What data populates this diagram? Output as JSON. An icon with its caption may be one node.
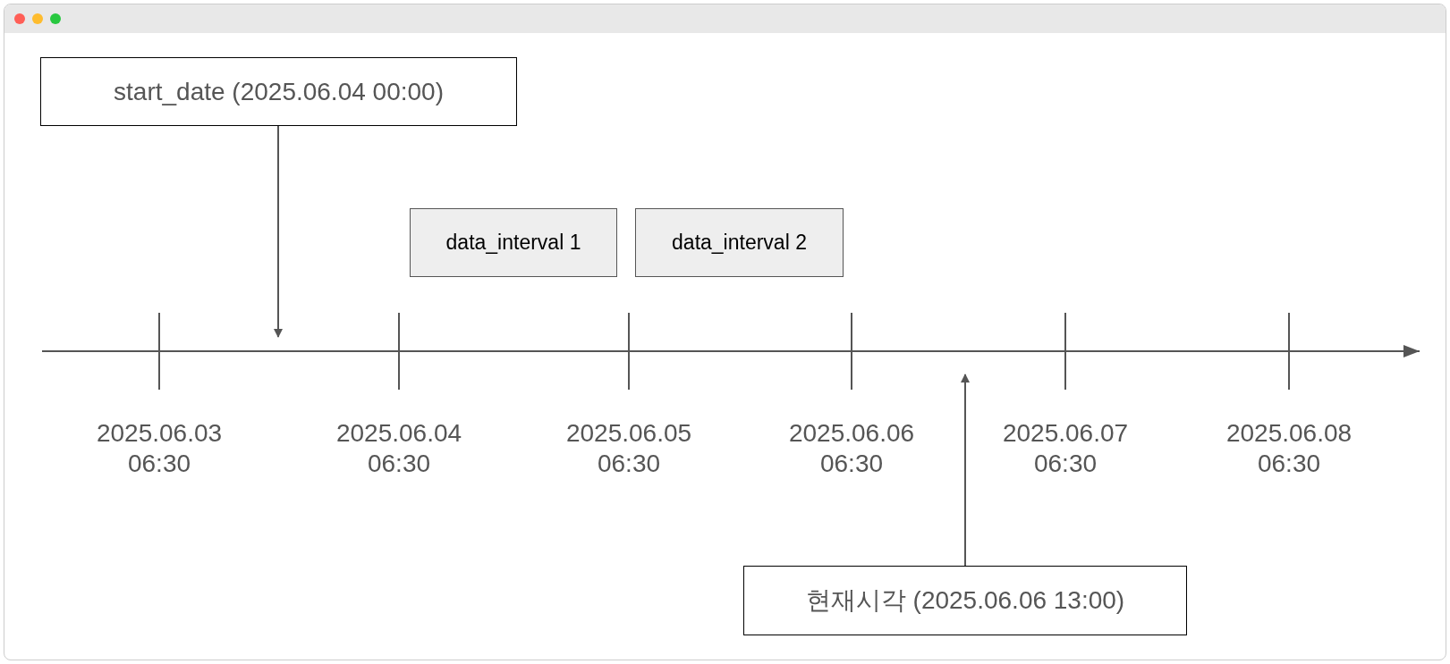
{
  "diagram": {
    "nodes": [
      {
        "text": [
          "start_date (2025.06.04 00:00)"
        ]
      },
      {
        "text": [
          "data_interval 1"
        ]
      },
      {
        "text": [
          "data_interval 2"
        ]
      },
      {
        "text": [
          "현재시각 (2025.06.06 13:00)"
        ]
      }
    ],
    "edges": [
      {
        "from": 0,
        "to": null,
        "arrow": "to"
      },
      {
        "from": 3,
        "to": null,
        "arrow": "to"
      }
    ],
    "labels": [
      "2025.06.03 06:30",
      "2025.06.04 06:30",
      "2025.06.05 06:30",
      "2025.06.06 06:30",
      "2025.06.07 06:30",
      "2025.06.08 06:30"
    ]
  }
}
